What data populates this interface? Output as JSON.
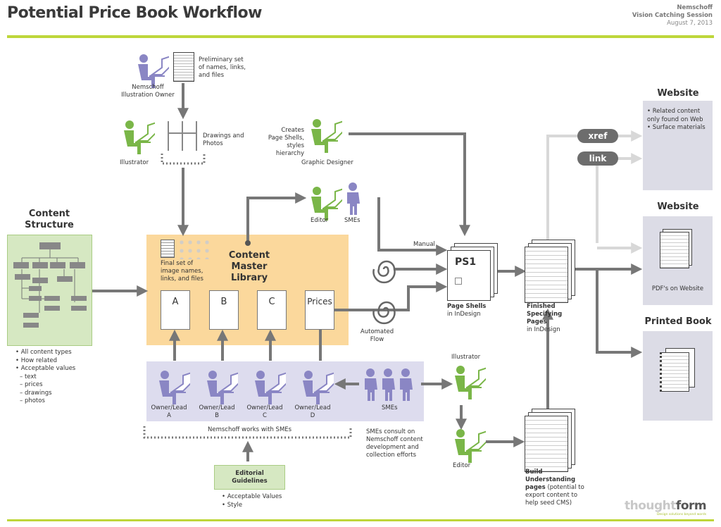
{
  "header": {
    "title": "Potential Price Book Workflow",
    "client": "Nemschoff",
    "session": "Vision Catching Session",
    "date": "August 7, 2013"
  },
  "colors": {
    "accent_line": "#bed63a",
    "green_person": "#7ab648",
    "purple_person": "#8a86c4",
    "arrow": "#777777"
  },
  "top": {
    "owner_label": "Nemschoff Illustration Owner",
    "preliminary": "Preliminary set of names, links, and files",
    "illustrator_label": "Illustrator",
    "drawings": "Drawings and Photos",
    "designer_note": "Creates Page Shells, styles hierarchy",
    "designer_label": "Graphic Designer",
    "editor_label": "Editor",
    "smes_label": "SMEs"
  },
  "content_structure": {
    "title": "Content Structure",
    "bullets": [
      "• All content types",
      "• How related",
      "• Acceptable values",
      "   – text",
      "   – prices",
      "   – drawings",
      "   – photos"
    ]
  },
  "library": {
    "title": "Content Master Library",
    "final_set": "Final set of image names, links, and files",
    "cards": [
      "A",
      "B",
      "C",
      "Prices"
    ]
  },
  "owners": {
    "items": [
      "Owner/Lead A",
      "Owner/Lead B",
      "Owner/Lead C",
      "Owner/Lead D"
    ],
    "smes": "SMEs",
    "works_with": "Nemschoff works with SMEs",
    "consult": "SMEs consult on Nemschoff content development and collection efforts"
  },
  "editorial": {
    "title": "Editorial Guidelines",
    "bullets": [
      "• Acceptable Values",
      "• Style"
    ]
  },
  "flow": {
    "manual": "Manual",
    "automated": "Automated Flow",
    "ps1": "PS1",
    "page_shells_bold": "Page Shells",
    "page_shells": "in InDesign",
    "finished_bold": "Finished Specifying Pages",
    "finished": "in InDesign",
    "illustrator": "Illustrator",
    "editor": "Editor",
    "build_bold": "Build Understanding pages",
    "build": "(potential to export content to help seed CMS)"
  },
  "outputs": {
    "xref": "xref",
    "link": "link",
    "website1_title": "Website",
    "website1_bullets": [
      "• Related content only found on Web",
      "• Surface materials"
    ],
    "website2_title": "Website",
    "website2_caption": "PDF's on Website",
    "printed_title": "Printed Book"
  },
  "footer": {
    "logo_light": "thought",
    "logo_dark": "form",
    "tagline": "Design solutions beyond words"
  }
}
